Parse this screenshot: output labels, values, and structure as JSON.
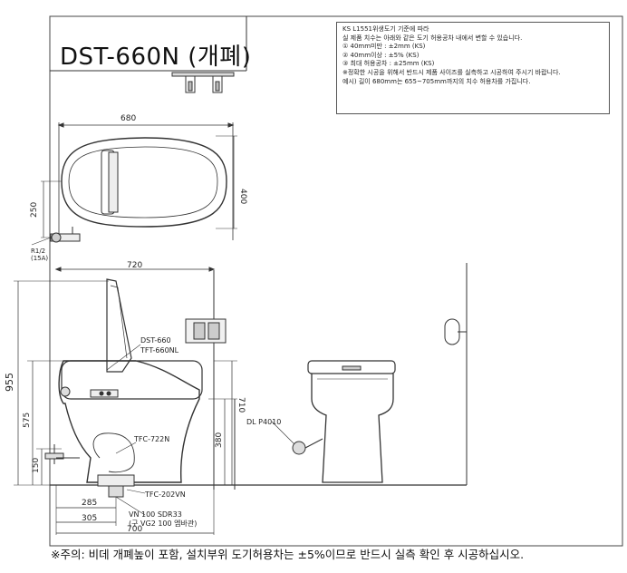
{
  "title": "DST-660N (개폐)",
  "notes": [
    "KS L1551위생도기 기준에 따라",
    "실 제품 치수는 아래와 같은 도기 허용공차 내에서 변할 수 있습니다.",
    "① 40mm미만 : ±2mm        (KS)",
    "② 40mm이상 : ±5%          (KS)",
    "③ 최대 허용공차 : ±25mm    (KS)",
    "※정확한 시공을 위해서 반드시 제품 사이즈를 실측하고 시공하여 주시기 바랍니다.",
    "",
    "예시) 길이 680mm는 655~705mm까지의 치수 허용차를 가집니다."
  ],
  "dimensions": {
    "top_width": "680",
    "top_depth": "400",
    "top_offset": "250",
    "pipe_size": "R1/2",
    "pipe_size2": "(15A)",
    "side_length": "720",
    "total_height": "955",
    "seat_height": "575",
    "bottom_height": "150",
    "wall_height": "710",
    "tank_height": "380",
    "floor_a": "285",
    "floor_b": "305",
    "floor_c": "700"
  },
  "labels": {
    "model_a": "DST-660",
    "model_b": "TFT-660NL",
    "part_tfc722": "TFC-722N",
    "part_tfc202": "TFC-202VN",
    "pipe_vn": "VN 100 SDR33",
    "pipe_vg": "(구 VG2 100 엠바관)",
    "dl_part": "DL P4010"
  },
  "footnote": "※주의: 비데 개폐높이 포함, 설치부위 도기허용차는 ±5%이므로 반드시 실측 확인 후 시공하십시오."
}
